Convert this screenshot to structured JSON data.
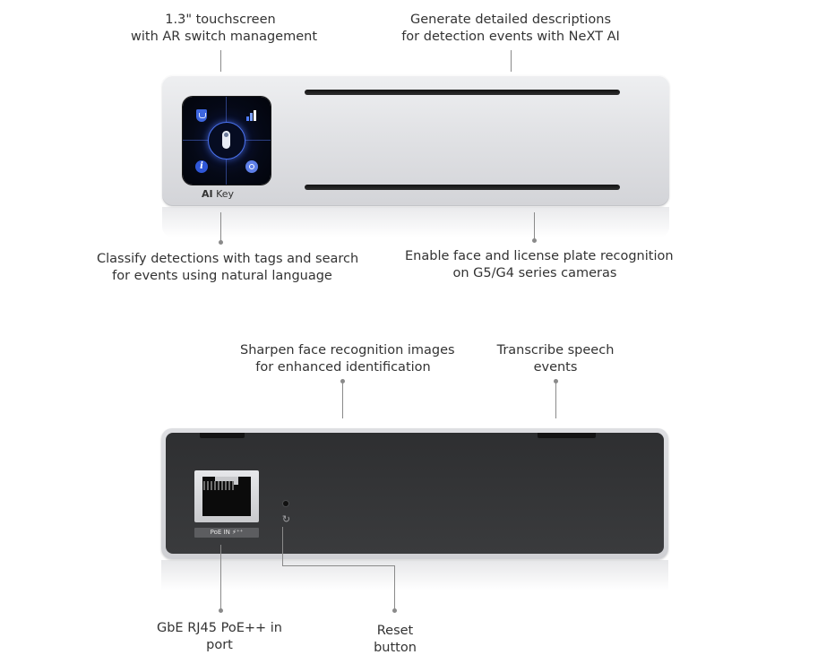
{
  "callouts": {
    "touchscreen": [
      "1.3\" touchscreen",
      "with AR switch management"
    ],
    "descriptions": [
      "Generate detailed descriptions",
      "for detection events with NeXT AI"
    ],
    "classify": [
      "Classify detections with tags and search",
      "for events using natural language"
    ],
    "recognition": [
      "Enable face and license plate recognition",
      "on G5/G4 series cameras"
    ],
    "sharpen": [
      "Sharpen face recognition images",
      "for enhanced identification"
    ],
    "transcribe": [
      "Transcribe speech",
      "events"
    ],
    "port": [
      "GbE RJ45 PoE++ in",
      "port"
    ],
    "reset": [
      "Reset",
      "button"
    ]
  },
  "device": {
    "brand_bold": "AI",
    "brand_rest": " Key",
    "poe_label": "PoE IN ⚡⁺⁺",
    "screen_icons": [
      "shield-icon",
      "chart-icon",
      "info-icon",
      "settings-icon",
      "toggle-icon"
    ],
    "reset_icon": "reset-icon"
  },
  "colors": {
    "screen_accent": "#4a72ee",
    "body_silver": "#e1e2e5",
    "rear_panel": "#333436"
  }
}
